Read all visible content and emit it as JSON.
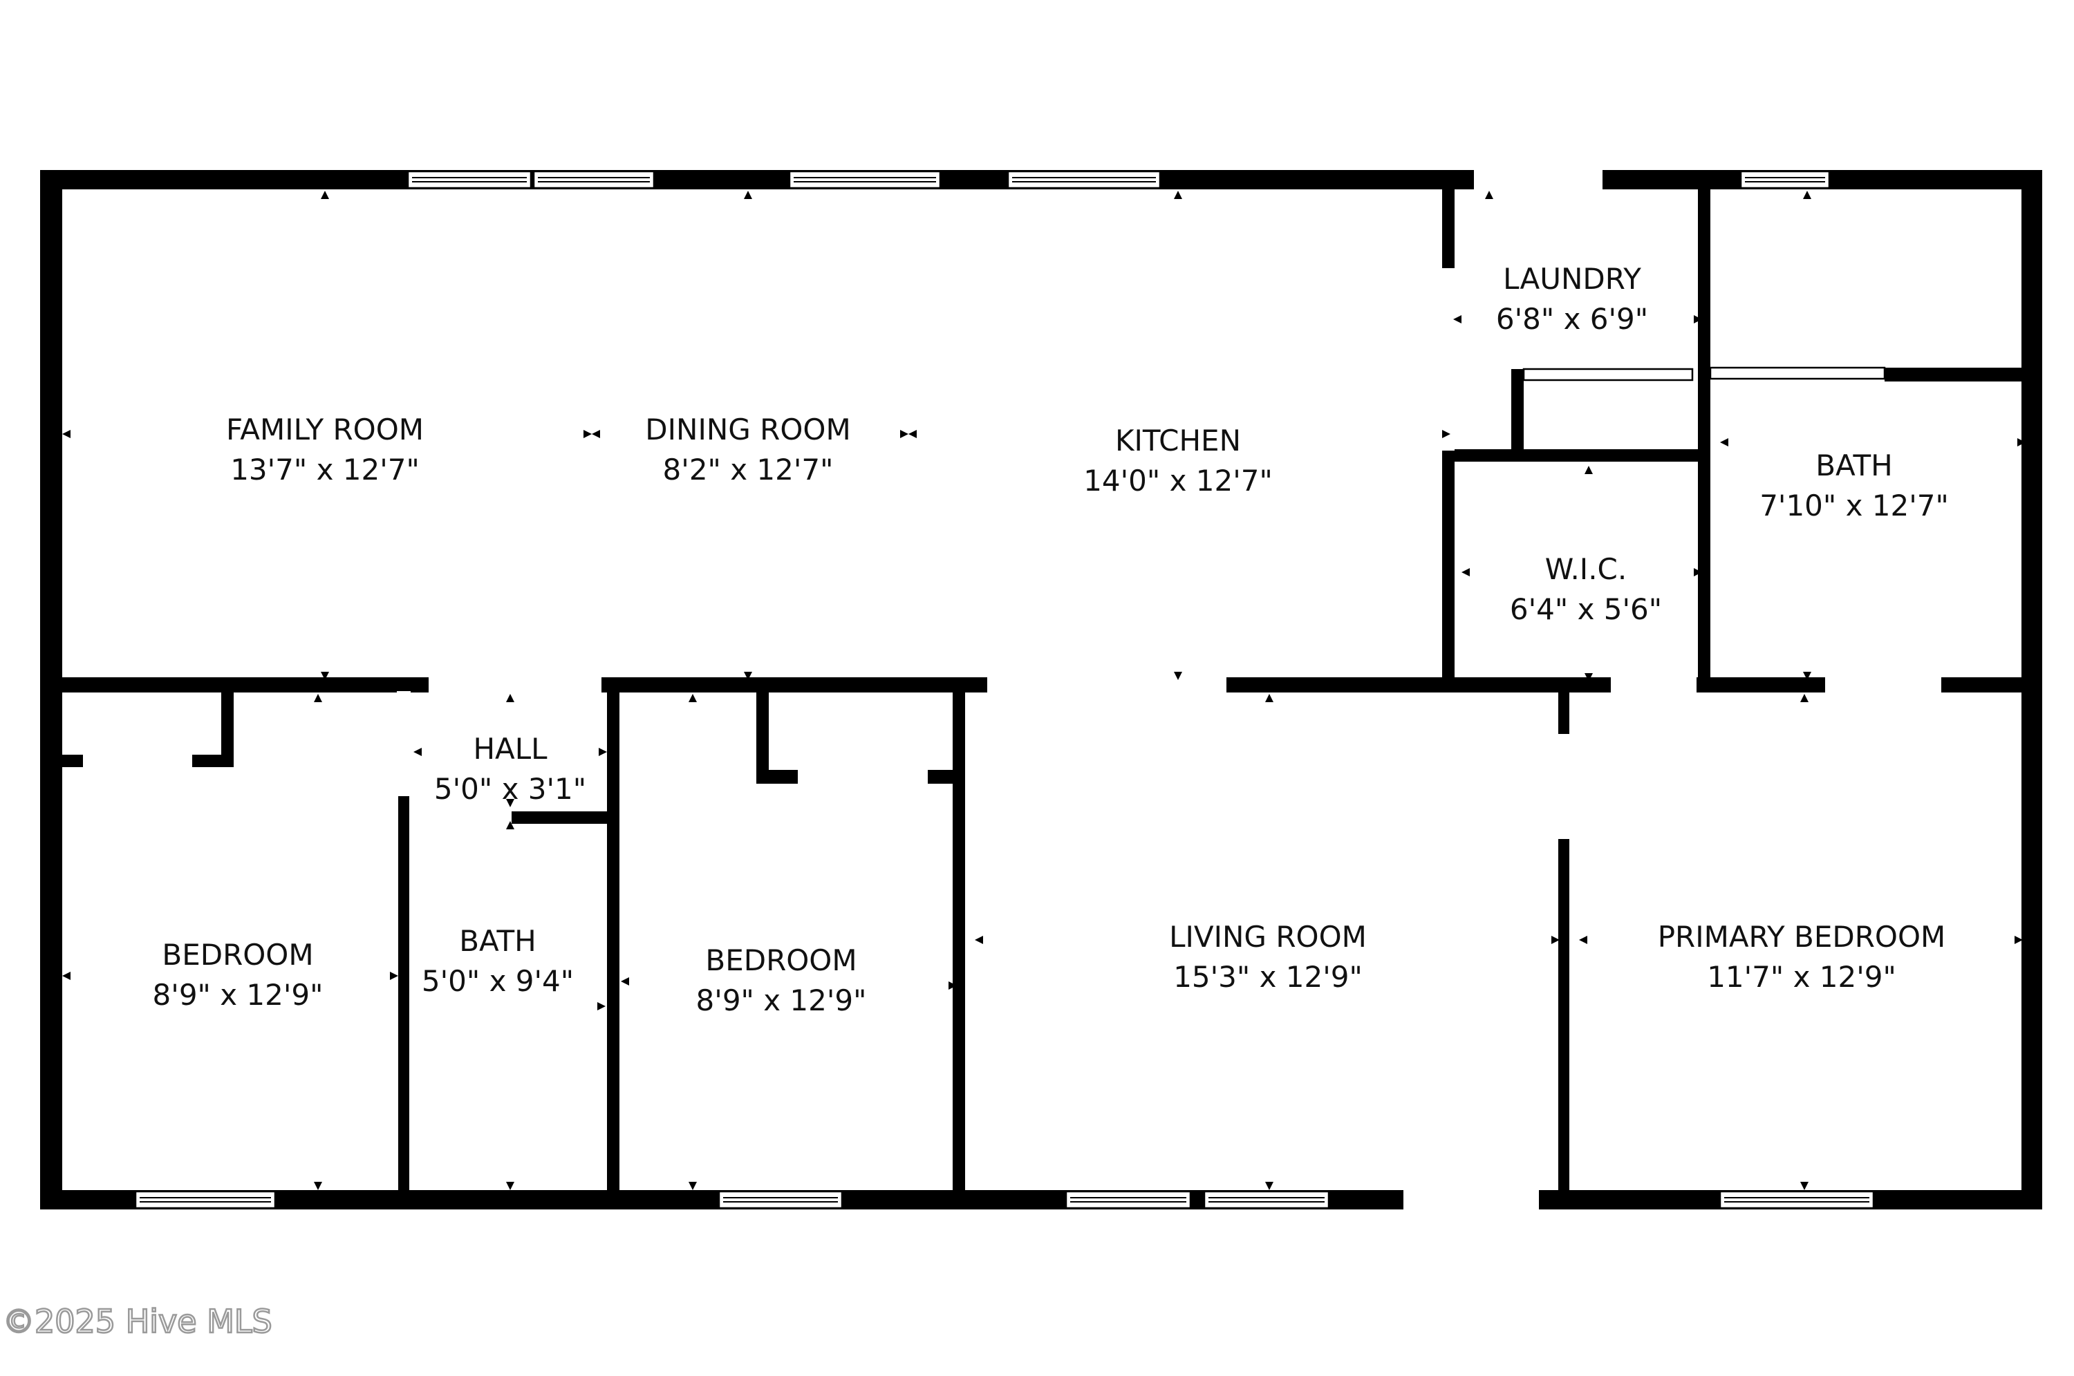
{
  "colors": {
    "wall": "#000000",
    "background": "#ffffff",
    "credit_outline": "#9a9a9a"
  },
  "rooms": [
    {
      "id": "family-room",
      "name": "FAMILY ROOM",
      "dims": "13'7\" x 12'7\""
    },
    {
      "id": "dining-room",
      "name": "DINING ROOM",
      "dims": "8'2\" x 12'7\""
    },
    {
      "id": "kitchen",
      "name": "KITCHEN",
      "dims": "14'0\" x 12'7\""
    },
    {
      "id": "laundry",
      "name": "LAUNDRY",
      "dims": "6'8\" x 6'9\""
    },
    {
      "id": "wic",
      "name": "W.I.C.",
      "dims": "6'4\" x 5'6\""
    },
    {
      "id": "bath-primary",
      "name": "BATH",
      "dims": "7'10\" x 12'7\""
    },
    {
      "id": "hall",
      "name": "HALL",
      "dims": "5'0\" x 3'1\""
    },
    {
      "id": "bedroom-left",
      "name": "BEDROOM",
      "dims": "8'9\" x 12'9\""
    },
    {
      "id": "bath-hall",
      "name": "BATH",
      "dims": "5'0\" x 9'4\""
    },
    {
      "id": "bedroom-middle",
      "name": "BEDROOM",
      "dims": "8'9\" x 12'9\""
    },
    {
      "id": "living-room",
      "name": "LIVING ROOM",
      "dims": "15'3\" x 12'9\""
    },
    {
      "id": "primary-bedroom",
      "name": "PRIMARY BEDROOM",
      "dims": "11'7\" x 12'9\""
    }
  ],
  "credit": "©2025 Hive MLS"
}
